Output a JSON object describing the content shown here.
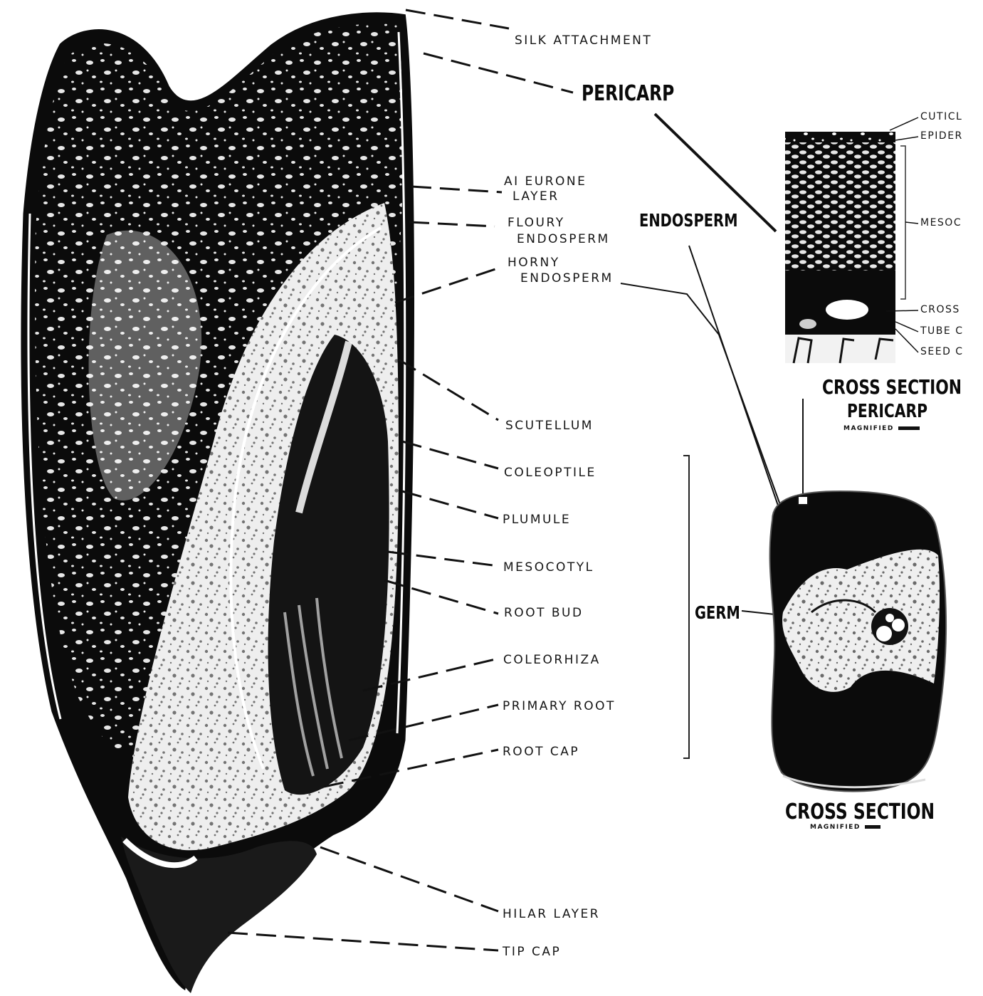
{
  "kernel_labels": [
    {
      "key": "silk",
      "text": "SILK ATTACHMENT"
    },
    {
      "key": "aleurone1",
      "text": "AI EURONE"
    },
    {
      "key": "aleurone2",
      "text": "LAYER"
    },
    {
      "key": "floury1",
      "text": "FLOURY"
    },
    {
      "key": "floury2",
      "text": "ENDOSPERM"
    },
    {
      "key": "horny1",
      "text": "HORNY"
    },
    {
      "key": "horny2",
      "text": "ENDOSPERM"
    },
    {
      "key": "scutellum",
      "text": "SCUTELLUM"
    },
    {
      "key": "coleoptile",
      "text": "COLEOPTILE"
    },
    {
      "key": "plumule",
      "text": "PLUMULE"
    },
    {
      "key": "mesocotyl",
      "text": "MESOCOTYL"
    },
    {
      "key": "rootbud",
      "text": "ROOT BUD"
    },
    {
      "key": "coleorhiza",
      "text": "COLEORHIZA"
    },
    {
      "key": "primaryroot",
      "text": "PRIMARY ROOT"
    },
    {
      "key": "rootcap",
      "text": "ROOT CAP"
    },
    {
      "key": "hilar",
      "text": "HILAR LAYER"
    },
    {
      "key": "tipcap",
      "text": "TIP CAP"
    }
  ],
  "main_labels": {
    "pericarp": "PERICARP",
    "endosperm": "ENDOSPERM",
    "germ": "GERM"
  },
  "pericarp_layers": [
    {
      "key": "cuticle",
      "text": "CUTICL"
    },
    {
      "key": "epidermis",
      "text": "EPIDER"
    },
    {
      "key": "mesocarp",
      "text": "MESOC"
    },
    {
      "key": "cross",
      "text": "CROSS"
    },
    {
      "key": "tube",
      "text": "TUBE C"
    },
    {
      "key": "seed",
      "text": "SEED C"
    }
  ],
  "inset_pericarp": {
    "title1": "CROSS SECTION",
    "title2": "PERICARP",
    "magnified": "MAGNIFIED"
  },
  "inset_cross": {
    "title": "CROSS SECTION",
    "magnified": "MAGNIFIED"
  }
}
